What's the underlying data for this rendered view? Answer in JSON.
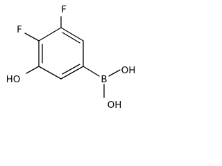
{
  "molecule": {
    "atoms": {
      "f_top": "F",
      "f_left": "F",
      "hydroxyl": "HO",
      "boron": "B",
      "boron_oh_upper": "OH",
      "boron_oh_lower": "OH"
    }
  }
}
